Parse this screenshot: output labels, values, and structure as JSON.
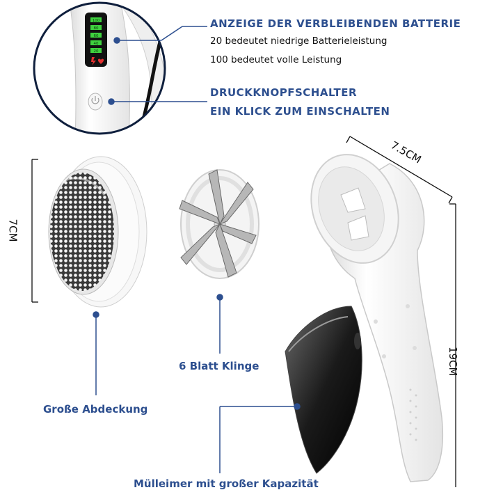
{
  "battery_callout": {
    "title": "ANZEIGE DER VERBLEIBENDEN BATTERIE",
    "line1": "20 bedeutet niedrige Batterieleistung",
    "line2": "100 bedeutet volle Leistung"
  },
  "button_callout": {
    "line1": "DRUCKKNOPFSCHALTER",
    "line2": "EIN KLICK ZUM EINSCHALTEN"
  },
  "battery_levels": [
    "100",
    "80",
    "60",
    "40",
    "20"
  ],
  "labels": {
    "cover": "Große Abdeckung",
    "blade": "6 Blatt Klinge",
    "bin": "Mülleimer mit großer Kapazität"
  },
  "dimensions": {
    "cover_height": "7CM",
    "head_width": "7.5CM",
    "total_length": "19CM"
  },
  "colors": {
    "accent": "#2d4f8f",
    "led_green": "#3fd23f"
  }
}
